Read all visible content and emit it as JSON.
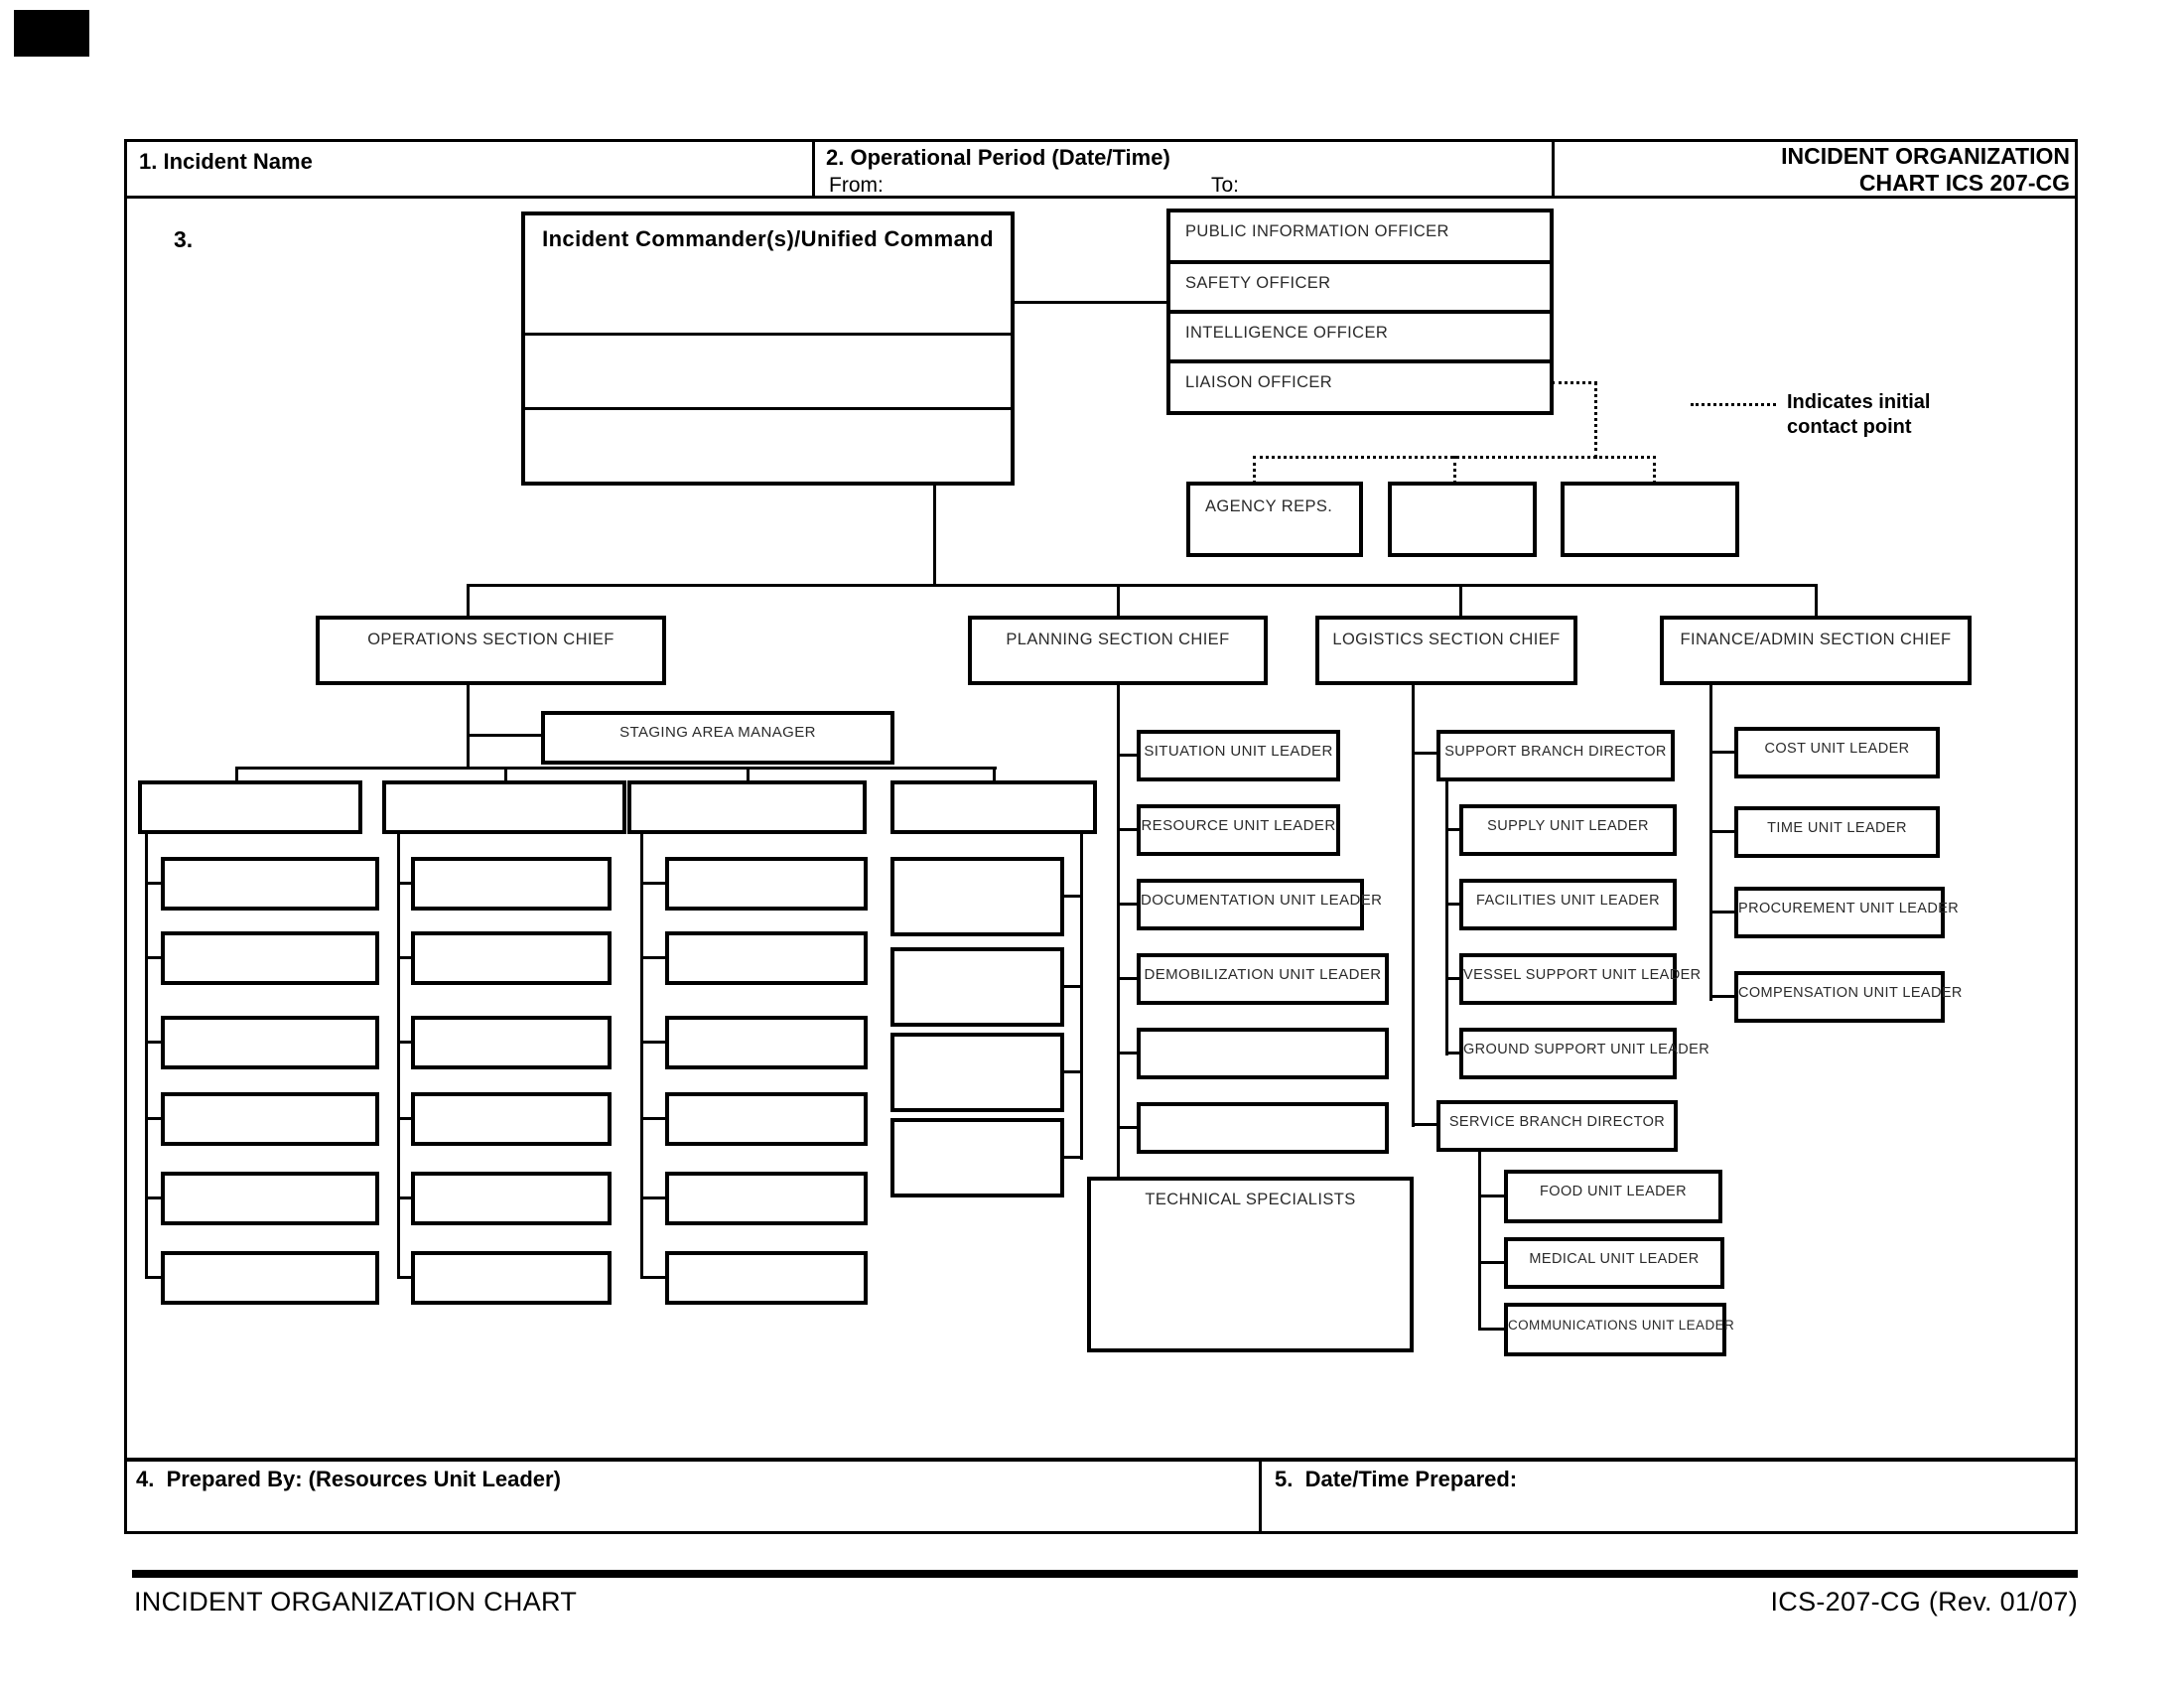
{
  "header": {
    "incident_name_label": "1. Incident Name",
    "op_period_label": "2. Operational Period (Date/Time)",
    "from_label": "From:",
    "to_label": "To:",
    "title_line1": "INCIDENT ORGANIZATION",
    "title_line2": "CHART ICS 207-CG"
  },
  "chart": {
    "item3_label": "3.",
    "ic_title": "Incident Commander(s)/Unified Command",
    "command_staff": [
      "PUBLIC INFORMATION OFFICER",
      "SAFETY OFFICER",
      "INTELLIGENCE OFFICER",
      "LIAISON OFFICER"
    ],
    "legend_line1": "Indicates initial",
    "legend_line2": "contact point",
    "agency_reps_label": "AGENCY REPS.",
    "ops_chief": "OPERATIONS SECTION CHIEF",
    "staging_manager": "STAGING AREA MANAGER",
    "planning_chief": "PLANNING SECTION CHIEF",
    "planning_units": [
      "SITUATION UNIT LEADER",
      "RESOURCE UNIT LEADER",
      "DOCUMENTATION UNIT LEADER",
      "DEMOBILIZATION UNIT LEADER"
    ],
    "technical_specialists": "TECHNICAL SPECIALISTS",
    "logistics_chief": "LOGISTICS SECTION CHIEF",
    "support_branch": "SUPPORT BRANCH DIRECTOR",
    "support_units": [
      "SUPPLY UNIT LEADER",
      "FACILITIES UNIT LEADER",
      "VESSEL SUPPORT UNIT LEADER",
      "GROUND SUPPORT UNIT LEADER"
    ],
    "service_branch": "SERVICE BRANCH DIRECTOR",
    "service_units": [
      "FOOD UNIT LEADER",
      "MEDICAL UNIT LEADER",
      "COMMUNICATIONS UNIT LEADER"
    ],
    "finance_chief": "FINANCE/ADMIN SECTION CHIEF",
    "finance_units": [
      "COST UNIT LEADER",
      "TIME UNIT LEADER",
      "PROCUREMENT UNIT LEADER",
      "COMPENSATION UNIT LEADER"
    ]
  },
  "bottom": {
    "prepared_by_label": "4.  Prepared By: (Resources Unit Leader)",
    "datetime_label": "5.  Date/Time Prepared:"
  },
  "footer": {
    "left": "INCIDENT ORGANIZATION CHART",
    "right": "ICS-207-CG (Rev. 01/07)"
  },
  "colors": {
    "ink": "#000000",
    "paper": "#ffffff"
  }
}
